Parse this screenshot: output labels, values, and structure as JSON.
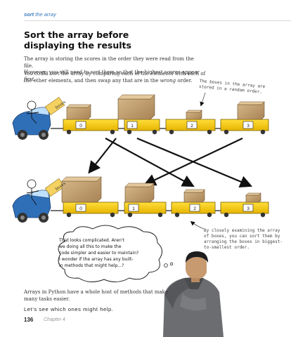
{
  "header": {
    "section_bold": "sort",
    "section_rest": " the array"
  },
  "title_line1": "Sort the array before",
  "title_line2": "displaying the results",
  "para1_line1": "The array is storing the scores in the order they were read from the file.",
  "para1_line2_pre": "However, you still need to ",
  "para1_line2_em": "sort",
  "para1_line2_mid": " them so that the highest scores appear ",
  "para1_line2_em2": "first",
  "para1_line2_post": ".",
  "para2_line1": "You could sort the array by comparing each of the elements with each of",
  "para2_line2_pre": "the other elements, and then swap any that are in the ",
  "para2_line2_em": "wrong",
  "para2_line2_post": " order.",
  "note_top": [
    "The boxes in the array are",
    "stored in a random order."
  ],
  "note_bottom": [
    "By closely examining the array",
    "of boxes, you can sort them by",
    "arranging the boxes in biggest-",
    "to-smallest order."
  ],
  "train_sign": "boxes",
  "top_indices": [
    "0",
    "1",
    "2",
    "3"
  ],
  "bottom_indices": [
    "0",
    "1",
    "2",
    "3"
  ],
  "thought_lines": [
    "That looks complicated. Aren't",
    "we doing all this to make the",
    "code simpler and easier to maintain?",
    "I wonder if the array has any built-",
    "in methods that might help...?"
  ],
  "footer_line1": "Arrays in Python have a whole host of methods that make",
  "footer_line2": "many tasks easier.",
  "tagline": "Let’s see which ones might help.",
  "page_number": "136",
  "chapter": "Chapter 4"
}
